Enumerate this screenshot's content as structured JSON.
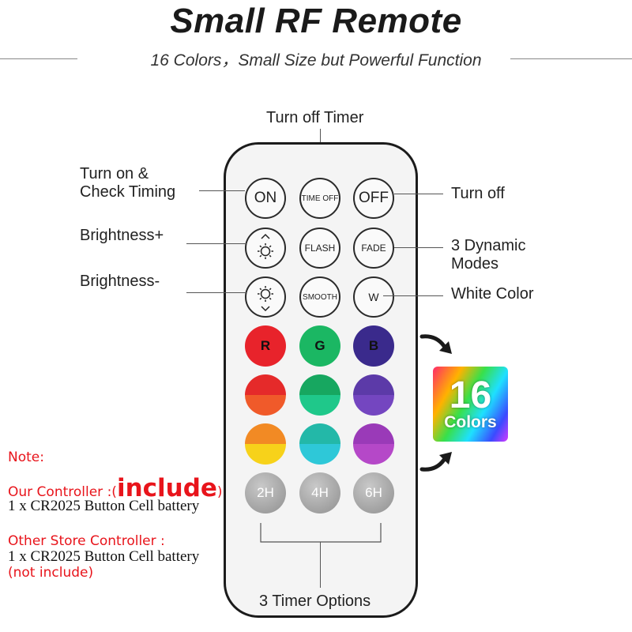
{
  "header": {
    "title": "Small RF Remote",
    "subtitle": "16 Colors，Small Size but Powerful Function"
  },
  "labels": {
    "turn_off_timer": "Turn off Timer",
    "turn_on_line1": "Turn on &",
    "turn_on_line2": "Check Timing",
    "turn_off": "Turn off",
    "brightness_plus": "Brightness+",
    "dynamic_line1": "3 Dynamic",
    "dynamic_line2": "Modes",
    "brightness_minus": "Brightness-",
    "white_color": "White Color",
    "timer_options": "3 Timer Options"
  },
  "buttons": {
    "on": "ON",
    "time_off": "TIME OFF",
    "off": "OFF",
    "flash": "FLASH",
    "fade": "FADE",
    "smooth": "SMOOTH",
    "white": "W",
    "red": "R",
    "green": "G",
    "blue": "B",
    "timer_2h": "2H",
    "timer_4h": "4H",
    "timer_6h": "6H"
  },
  "badge": {
    "number": "16",
    "word": "Colors"
  },
  "note": {
    "heading": "Note:",
    "ours_prefix": "Our Controller :(",
    "ours_emph": "include",
    "ours_suffix": ")",
    "ours_item": "1 x CR2025 Button Cell battery",
    "other_heading": "Other  Store Controller :",
    "other_item": "1 x CR2025 Button Cell battery",
    "other_suffix": "(not include)"
  },
  "colors": {
    "red_button": "#e8232b",
    "green_button": "#1bb763",
    "blue_button": "#3a2a8c",
    "note_red": "#e8141b"
  },
  "icons": [
    "sun-arrow-up-icon",
    "sun-arrow-down-icon",
    "arrow-icon"
  ]
}
